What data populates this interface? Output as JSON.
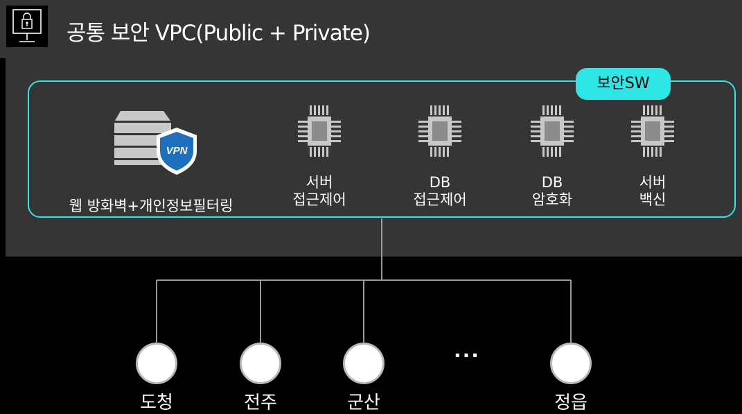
{
  "header": {
    "icon": "lock-monitor-icon",
    "title": "공통 보안 VPC(Public + Private)"
  },
  "group": {
    "tag": "보안SW",
    "border_color": "#2fe6e6"
  },
  "components": [
    {
      "icon": "vpn-server-icon",
      "badge": "VPN",
      "label_lines": [
        "웹 방화벽+개인정보필터링"
      ]
    },
    {
      "icon": "chip-icon",
      "label_lines": [
        "서버",
        "접근제어"
      ]
    },
    {
      "icon": "chip-icon",
      "label_lines": [
        "DB",
        "접근제어"
      ]
    },
    {
      "icon": "chip-icon",
      "label_lines": [
        "DB",
        "암호화"
      ]
    },
    {
      "icon": "chip-icon",
      "label_lines": [
        "서버",
        "백신"
      ]
    }
  ],
  "nodes": [
    {
      "label": "도청"
    },
    {
      "label": "전주"
    },
    {
      "label": "군산"
    },
    {
      "label": "정읍"
    }
  ],
  "ellipsis": "···",
  "colors": {
    "header_bg": "#353535",
    "accent": "#2fe6e6",
    "vpn_shield": "#1f6fbf",
    "line": "#9a9a9a"
  }
}
